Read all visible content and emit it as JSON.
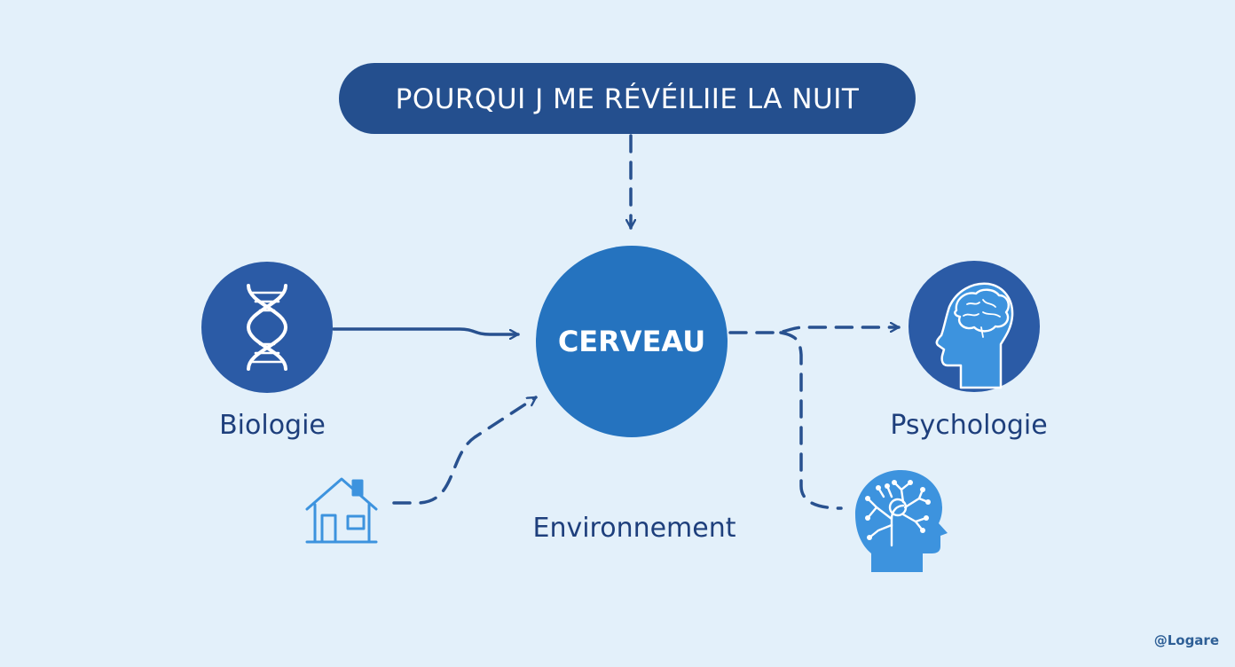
{
  "title": "POURQUI J ME RÉVÉILIIE LA NUIT",
  "center": {
    "label": "CERVEAU"
  },
  "nodes": {
    "biology": {
      "label": "Biologie",
      "icon": "dna-icon"
    },
    "psychology": {
      "label": "Psychologie",
      "icon": "brain-head-icon"
    },
    "environment": {
      "label": "Environnement",
      "icon": "house-icon"
    },
    "neural_head": {
      "icon": "neural-tree-head-icon"
    }
  },
  "watermark": "@Logare",
  "colors": {
    "background": "#e3f0fa",
    "title_pill": "#244f8e",
    "center_circle": "#2573bf",
    "node_circle": "#2b5ba6",
    "light_icon": "#3d93de",
    "text": "#1e3f7c"
  }
}
